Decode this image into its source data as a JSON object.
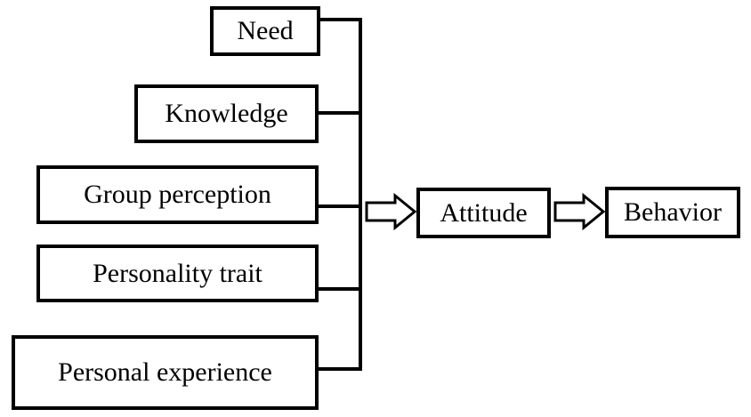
{
  "factors": [
    "Need",
    "Knowledge",
    "Group perception",
    "Personality trait",
    "Personal experience"
  ],
  "outcomes": {
    "attitude": "Attitude",
    "behavior": "Behavior"
  }
}
